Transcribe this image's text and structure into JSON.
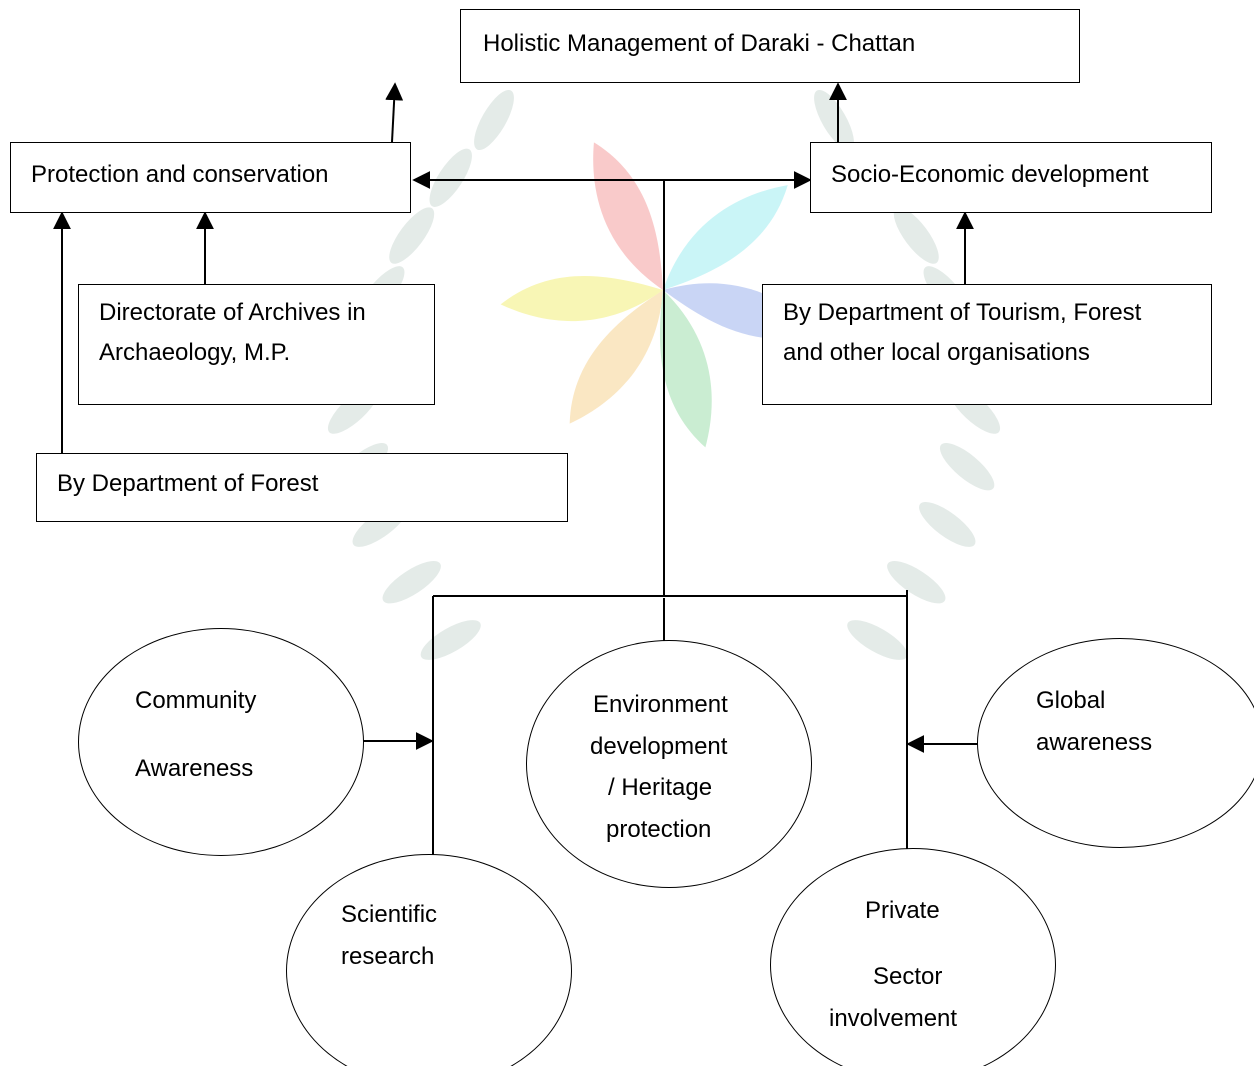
{
  "diagram": {
    "title_box": "Holistic Management of Daraki - Chattan",
    "left_branch": {
      "title": "Protection and conservation",
      "directorate": [
        "Directorate of Archives in",
        "Archaeology,  M.P."
      ],
      "forest": "By Department of Forest"
    },
    "right_branch": {
      "title": "Socio-Economic development",
      "tourism": [
        "By Department of Tourism, Forest",
        "and other local organisations"
      ]
    },
    "nodes": {
      "community": [
        "Community",
        "Awareness"
      ],
      "environment": [
        "Environment",
        "development",
        "/ Heritage",
        "protection"
      ],
      "global": [
        "Global",
        "awareness"
      ],
      "scientific": [
        "Scientific",
        "research"
      ],
      "private": [
        "Private",
        "Sector",
        "involvement"
      ]
    }
  },
  "watermark": {
    "colors": [
      "#f7b9b9",
      "#b9f2f5",
      "#b8c8f2",
      "#f9dfb0",
      "#b9e7c4",
      "#f6f39d"
    ],
    "leaf_color": "#e4ebe8"
  }
}
